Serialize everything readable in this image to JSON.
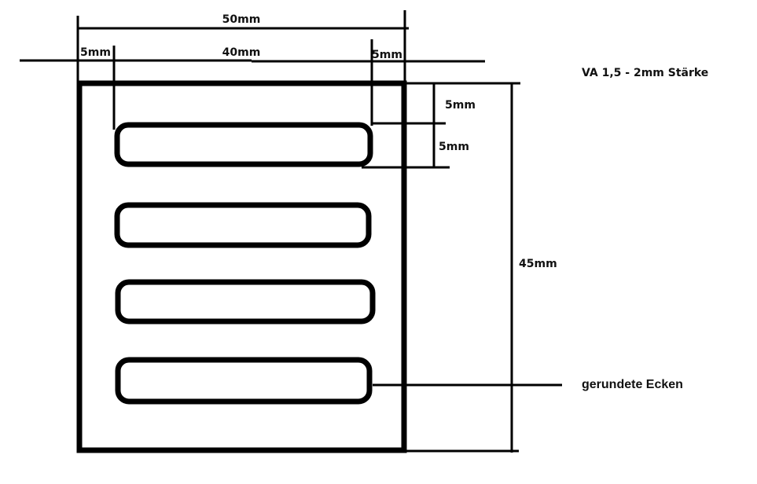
{
  "dimensions": {
    "overall_width": "50mm",
    "inner_width": "40mm",
    "left_margin": "5mm",
    "right_margin": "5mm",
    "top_margin": "5mm",
    "slot_height": "5mm",
    "overall_height": "45mm"
  },
  "notes": {
    "material": "VA 1,5 - 2mm Stärke",
    "corners": "gerundete Ecken"
  },
  "slots": {
    "count": 4
  },
  "colors": {
    "stroke": "#000000",
    "background": "#ffffff"
  }
}
